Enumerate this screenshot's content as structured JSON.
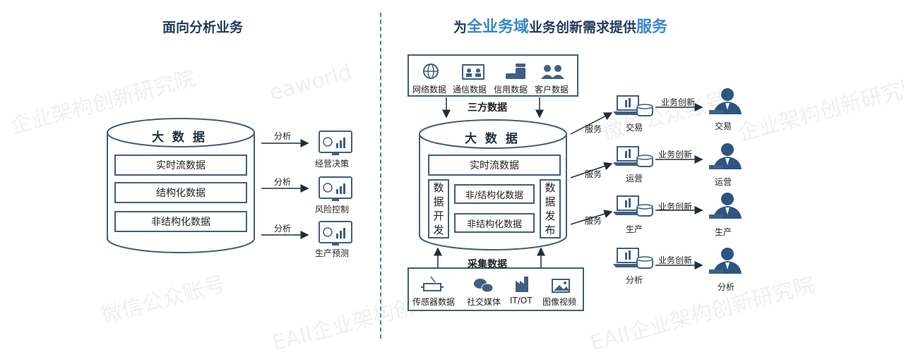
{
  "left": {
    "title": "面向分析业务",
    "cylinder_title": "大 数 据",
    "layers": [
      "实时流数据",
      "结构化数据",
      "非结构化数据"
    ],
    "arrow_label": "分析",
    "outputs": [
      "经营决策",
      "风险控制",
      "生产预测"
    ]
  },
  "right": {
    "title_parts": [
      "为",
      "全业务域",
      "业务创新需求提供",
      "服务"
    ],
    "third_party": {
      "label": "三方数据",
      "items": [
        "网络数据",
        "通信数据",
        "信用数据",
        "客户数据"
      ]
    },
    "cylinder_title": "大 数 据",
    "realtime": "实时流数据",
    "dev": "数据开发",
    "publish": "数据发布",
    "semi": "非/结构化数据",
    "unstructured": "非结构化数据",
    "collect": {
      "label": "采集数据",
      "items": [
        "传感器数据",
        "社交媒体",
        "IT/OT",
        "图像视频"
      ]
    },
    "service_label": "服务",
    "innovation_label": "业务创新",
    "services": [
      "交易",
      "运营",
      "生产",
      "分析"
    ],
    "users": [
      "交易",
      "运营",
      "生产",
      "分析"
    ]
  },
  "watermarks": [
    "微信公众账号",
    "EAII企业架构创新研究院",
    "eaworld",
    "企业架构创新研究院"
  ],
  "colors": {
    "accent": "#3a86c8",
    "line": "#3f5f83",
    "navy": "#1f3b5c"
  }
}
